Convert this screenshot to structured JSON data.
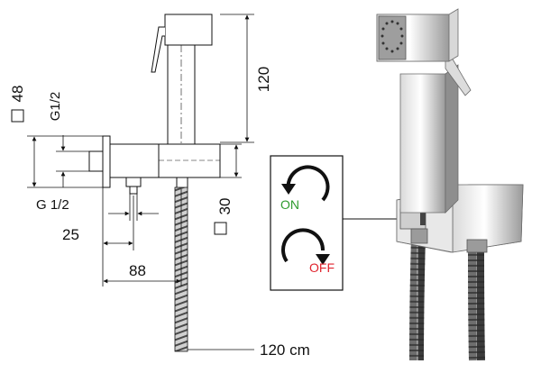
{
  "dimensions": {
    "height_120": "120",
    "square_48": "48",
    "thread_g12_vertical": "G1/2",
    "thread_g12_horizontal": "G 1/2",
    "width_25": "25",
    "width_88": "88",
    "square_30": "30",
    "hose_length": "120 cm"
  },
  "valve_panel": {
    "on_label": "ON",
    "off_label": "OFF",
    "colors": {
      "on": "#2e9b2e",
      "off": "#e0242e"
    }
  }
}
